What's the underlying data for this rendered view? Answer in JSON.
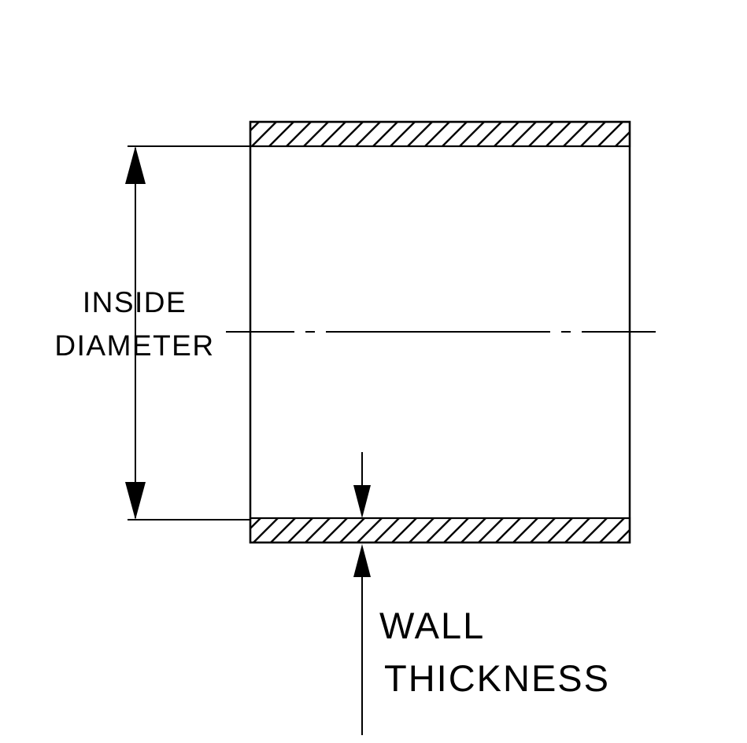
{
  "diagram": {
    "labels": {
      "inside_diameter": {
        "line1": "INSIDE",
        "line2": "DIAMETER"
      },
      "wall_thickness": {
        "line1": "WALL",
        "line2": "THICKNESS"
      }
    },
    "colors": {
      "line": "#000000",
      "background": "#ffffff"
    }
  }
}
